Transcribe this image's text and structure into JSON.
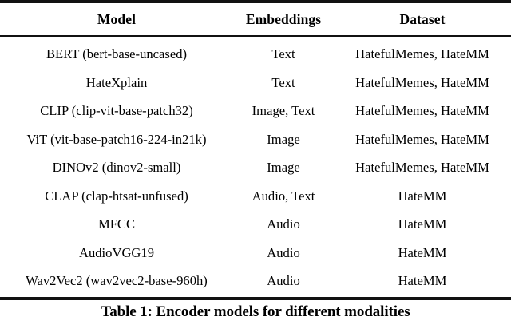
{
  "table": {
    "headers": [
      "Model",
      "Embeddings",
      "Dataset"
    ],
    "rows": [
      {
        "model": "BERT (bert-base-uncased)",
        "embeddings": "Text",
        "dataset": "HatefulMemes, HateMM"
      },
      {
        "model": "HateXplain",
        "embeddings": "Text",
        "dataset": "HatefulMemes, HateMM"
      },
      {
        "model": "CLIP (clip-vit-base-patch32)",
        "embeddings": "Image, Text",
        "dataset": "HatefulMemes, HateMM"
      },
      {
        "model": "ViT (vit-base-patch16-224-in21k)",
        "embeddings": "Image",
        "dataset": "HatefulMemes, HateMM"
      },
      {
        "model": "DINOv2 (dinov2-small)",
        "embeddings": "Image",
        "dataset": "HatefulMemes, HateMM"
      },
      {
        "model": "CLAP (clap-htsat-unfused)",
        "embeddings": "Audio, Text",
        "dataset": "HateMM"
      },
      {
        "model": "MFCC",
        "embeddings": "Audio",
        "dataset": "HateMM"
      },
      {
        "model": "AudioVGG19",
        "embeddings": "Audio",
        "dataset": "HateMM"
      },
      {
        "model": "Wav2Vec2 (wav2vec2-base-960h)",
        "embeddings": "Audio",
        "dataset": "HateMM"
      }
    ]
  },
  "caption": "Table 1: Encoder models for different modalities"
}
